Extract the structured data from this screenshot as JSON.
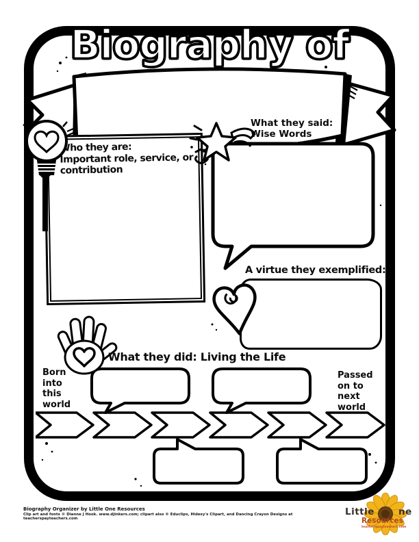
{
  "page": {
    "title": "Biography of"
  },
  "colors": {
    "ink": "#000000",
    "paper": "#ffffff",
    "logo_text": "#3a2e28",
    "logo_accent": "#b5451f",
    "sunflower_petal": "#f2b31b",
    "sunflower_center": "#6b4312"
  },
  "icons": {
    "who": "lightbulb-heart-icon",
    "said": "shooting-star-icon",
    "virtue": "heart-curl-icon",
    "did": "hand-heart-icon",
    "logo": "sunflower-icon"
  },
  "sections": {
    "who": {
      "label": "Who they are:\nImportant role, service, or\ncontribution"
    },
    "said": {
      "label": "What they said:\nWise Words"
    },
    "virtue": {
      "label": "A virtue they exemplified:"
    },
    "did": {
      "label": "What they did: Living the Life",
      "born_label": "Born\ninto\nthis\nworld",
      "passed_label": "Passed\non to\nnext\nworld"
    }
  },
  "footer": {
    "credit_line1": "Biography Organizer by Little One Resources",
    "credit_line2": "Clip art and fonts © Dianne J Hook. www.djinkers.com; clipart also © Educlips, Hidesy's Clipart, and Dancing Crayon Designs at teacherspayteachers.com"
  },
  "logo": {
    "name_left": "Little",
    "name_right": "ne",
    "subtitle": "Resources",
    "url": "teacherspayteachers.com"
  }
}
